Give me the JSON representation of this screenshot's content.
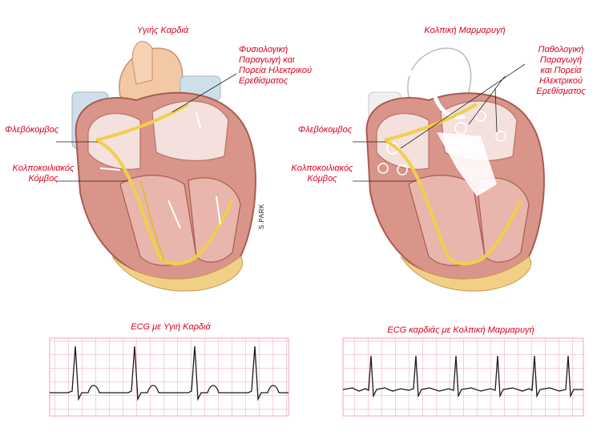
{
  "healthy": {
    "title": "Υγιής Καρδιά",
    "normal_path_lines": [
      "Φυσιολογική",
      "Παραγωγή και",
      "Πορεία Ηλεκτρικού",
      "Ερεθίσματος"
    ],
    "sa_node": "Φλεβόκομβος",
    "av_node_lines": [
      "Κολποκοιλιακός",
      "Κόμβος"
    ],
    "ecg_title": "ECG με Υγιή Καρδιά"
  },
  "afib": {
    "title": "Κολπική Μαρμαρυγή",
    "abnormal_path_lines": [
      "Παθολογική",
      "Παραγωγή",
      "και Πορεία",
      "Ηλεκτρικού",
      "Ερεθίσματος"
    ],
    "sa_node": "Φλεβόκομβος",
    "av_node_lines": [
      "Κολποκοιλιακός",
      "Κόμβος"
    ],
    "ecg_title": "ECG καρδιάς με Κολπική Μαρμαρυγή"
  },
  "credit": "S.PARK",
  "colors": {
    "label_red": "#d8001c",
    "ecg_grid": "#f2a3b8",
    "conduction": "#f0d04a",
    "heart_muscle": "#d9958a",
    "fat": "#f2cf86"
  }
}
